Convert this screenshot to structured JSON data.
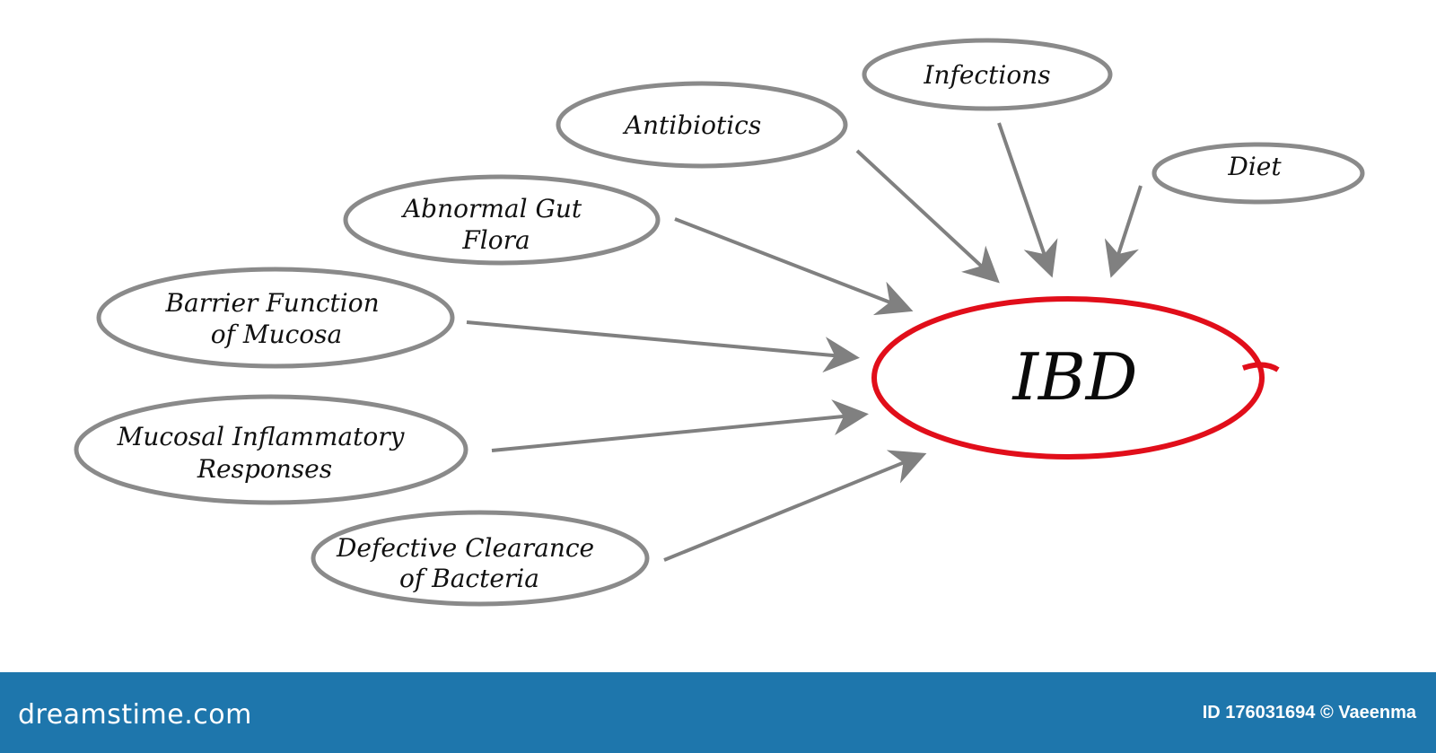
{
  "diagram": {
    "center": {
      "label": "IBD",
      "outline_color": "#e10e1a"
    },
    "causes": [
      {
        "lines": [
          "Infections"
        ]
      },
      {
        "lines": [
          "Antibiotics"
        ]
      },
      {
        "lines": [
          "Diet"
        ]
      },
      {
        "lines": [
          "Abnormal Gut",
          "Flora"
        ]
      },
      {
        "lines": [
          "Barrier Function",
          "of Mucosa"
        ]
      },
      {
        "lines": [
          "Mucosal Inflammatory",
          "Responses"
        ]
      },
      {
        "lines": [
          "Defective Clearance",
          "of Bacteria"
        ]
      }
    ],
    "node_outline_color": "#8a8a8a",
    "arrow_color": "#808080"
  },
  "footer": {
    "brand": "dreamstime.com",
    "credit": "ID 176031694 © Vaeenma",
    "background": "#1e76ac"
  }
}
